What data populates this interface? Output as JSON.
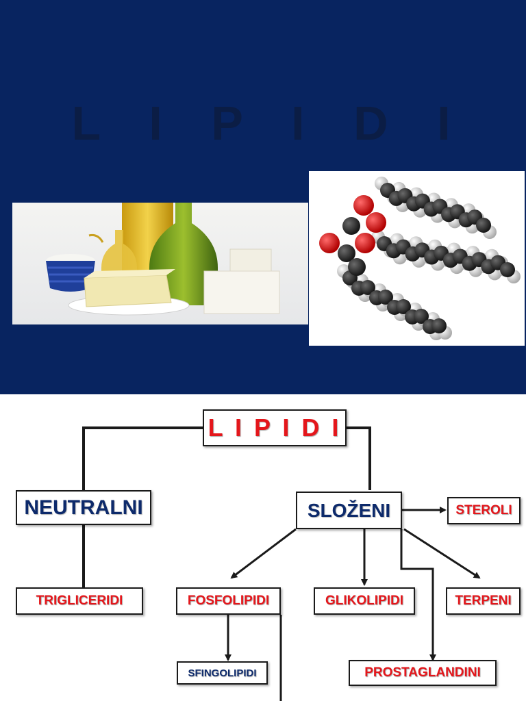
{
  "slide1": {
    "title": "L I P I D I",
    "background_color": "#082460",
    "images": [
      "fats-and-oils-photo",
      "triglyceride-molecule-model"
    ]
  },
  "diagram": {
    "root": "L I P I D I",
    "neutral": "NEUTRALNI",
    "complex": "SLOŽENI",
    "triglycerides": "TRIGLICERIDI",
    "phospholipids": "FOSFOLIPIDI",
    "glycolipids": "GLIKOLIPIDI",
    "terpenes": "TERPENI",
    "sterols": "STEROLI",
    "sphingolipids": "SFINGOLIPIDI",
    "prostaglandins": "PROSTAGLANDINI",
    "colors": {
      "red": "#e4161b",
      "navy": "#0d2a6b",
      "line": "#1a1a1a"
    }
  }
}
